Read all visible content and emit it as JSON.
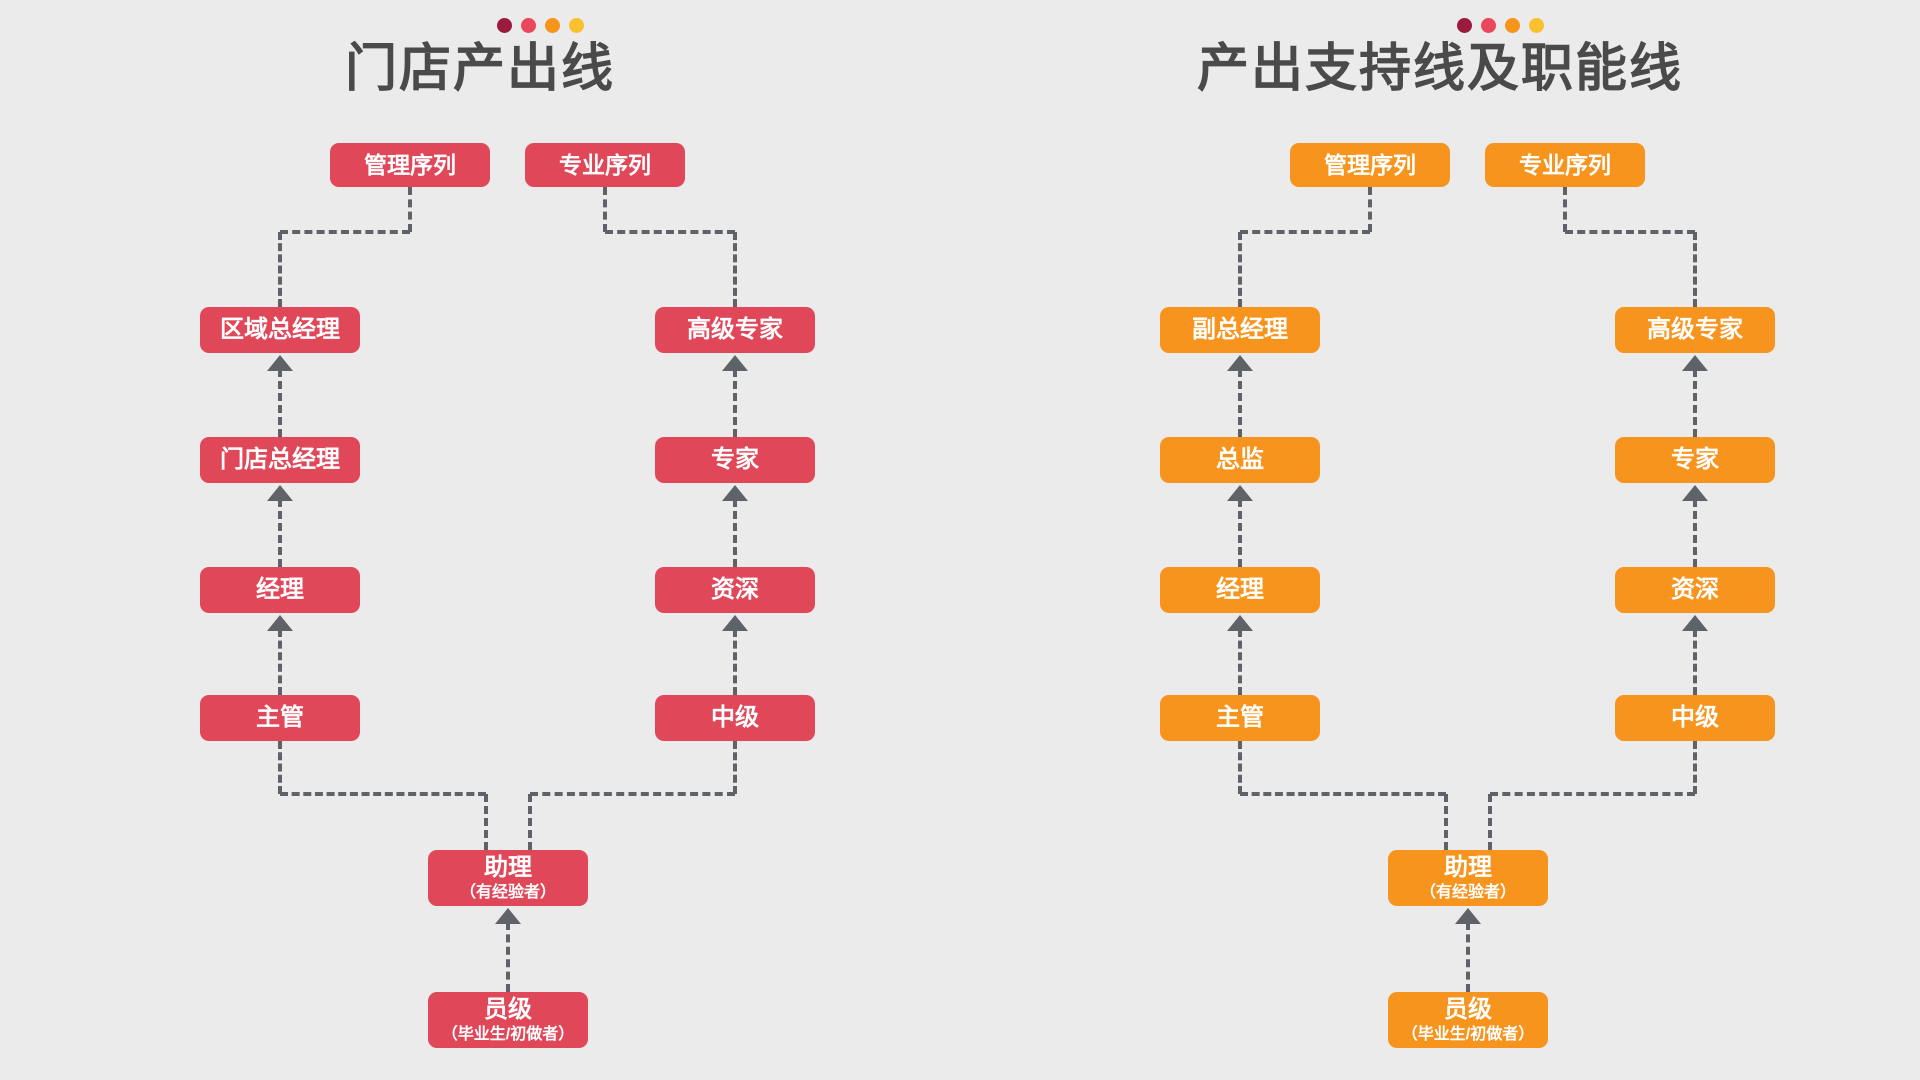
{
  "page": {
    "background": "#ebebeb",
    "line_color": "#5f6368",
    "title_color": "#4a4a4a"
  },
  "dot_colors": [
    "#9c1b3c",
    "#e8475c",
    "#f7941e",
    "#fbc02d"
  ],
  "panels": [
    {
      "id": "store-output-line",
      "title": "门店产出线",
      "accent": "#e0485a",
      "badges": [
        {
          "label": "管理序列"
        },
        {
          "label": "专业序列"
        }
      ],
      "management_track": [
        {
          "label": "区域总经理"
        },
        {
          "label": "门店总经理"
        },
        {
          "label": "经理"
        },
        {
          "label": "主管"
        }
      ],
      "professional_track": [
        {
          "label": "高级专家"
        },
        {
          "label": "专家"
        },
        {
          "label": "资深"
        },
        {
          "label": "中级"
        }
      ],
      "shared": [
        {
          "line1": "助理",
          "line2": "（有经验者）"
        },
        {
          "line1": "员级",
          "line2": "（毕业生/初做者）"
        }
      ]
    },
    {
      "id": "support-and-function-line",
      "title": "产出支持线及职能线",
      "accent": "#f7941e",
      "badges": [
        {
          "label": "管理序列"
        },
        {
          "label": "专业序列"
        }
      ],
      "management_track": [
        {
          "label": "副总经理"
        },
        {
          "label": "总监"
        },
        {
          "label": "经理"
        },
        {
          "label": "主管"
        }
      ],
      "professional_track": [
        {
          "label": "高级专家"
        },
        {
          "label": "专家"
        },
        {
          "label": "资深"
        },
        {
          "label": "中级"
        }
      ],
      "shared": [
        {
          "line1": "助理",
          "line2": "（有经验者）"
        },
        {
          "line1": "员级",
          "line2": "（毕业生/初做者）"
        }
      ]
    }
  ]
}
